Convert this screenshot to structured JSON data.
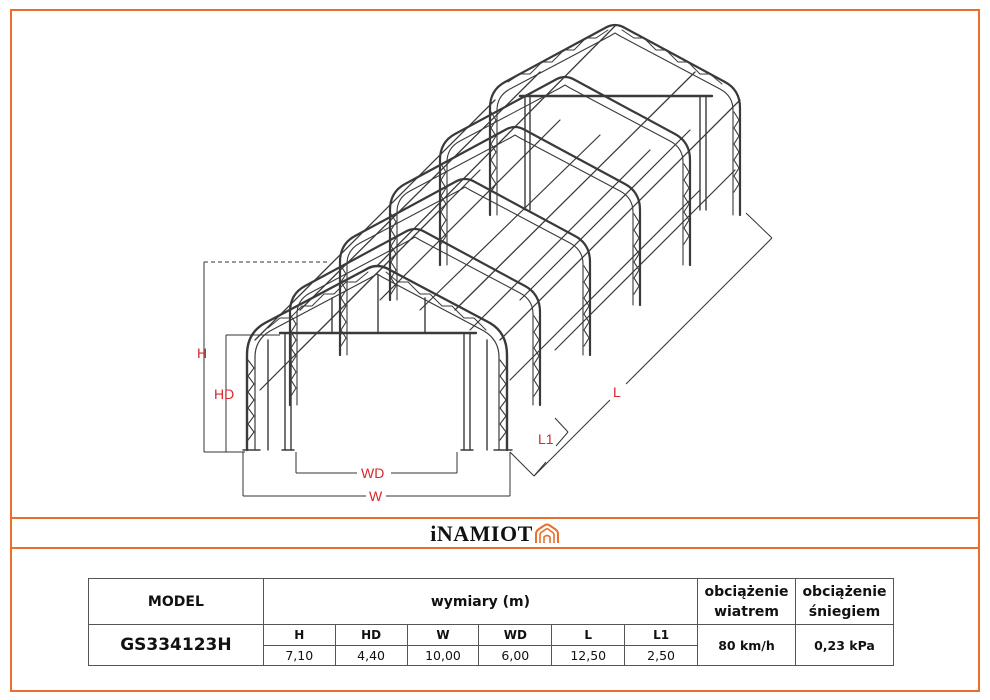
{
  "colors": {
    "frame": "#e86f2c",
    "dimension_label": "#d8262b",
    "structure": "#333333"
  },
  "diagram": {
    "subject": "tent-frame-isometric",
    "dimension_labels": {
      "H": "H",
      "HD": "HD",
      "W": "W",
      "WD": "WD",
      "L": "L",
      "L1": "L1"
    }
  },
  "brand": {
    "name": "iNAMIOT",
    "icon": "tent-icon"
  },
  "table": {
    "model_header": "MODEL",
    "dimensions_header": "wymiary (m)",
    "wind_header_line1": "obciążenie",
    "wind_header_line2": "wiatrem",
    "snow_header_line1": "obciążenie",
    "snow_header_line2": "śniegiem",
    "model": "GS334123H",
    "columns": [
      "H",
      "HD",
      "W",
      "WD",
      "L",
      "L1"
    ],
    "values": [
      "7,10",
      "4,40",
      "10,00",
      "6,00",
      "12,50",
      "2,50"
    ],
    "wind_load": "80 km/h",
    "snow_load": "0,23 kPa"
  }
}
